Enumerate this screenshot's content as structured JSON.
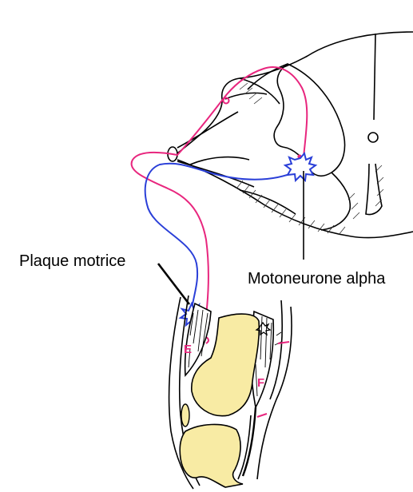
{
  "labels": {
    "left_callout": "Plaque motrice",
    "right_callout": "Motoneurone alpha",
    "muscle_extensor": "E",
    "muscle_flexor": "F"
  },
  "colors": {
    "sensory_fiber": "#e8267e",
    "motor_fiber": "#2a3fd8",
    "bone_fill": "#f8eba4",
    "outline": "#000000"
  }
}
